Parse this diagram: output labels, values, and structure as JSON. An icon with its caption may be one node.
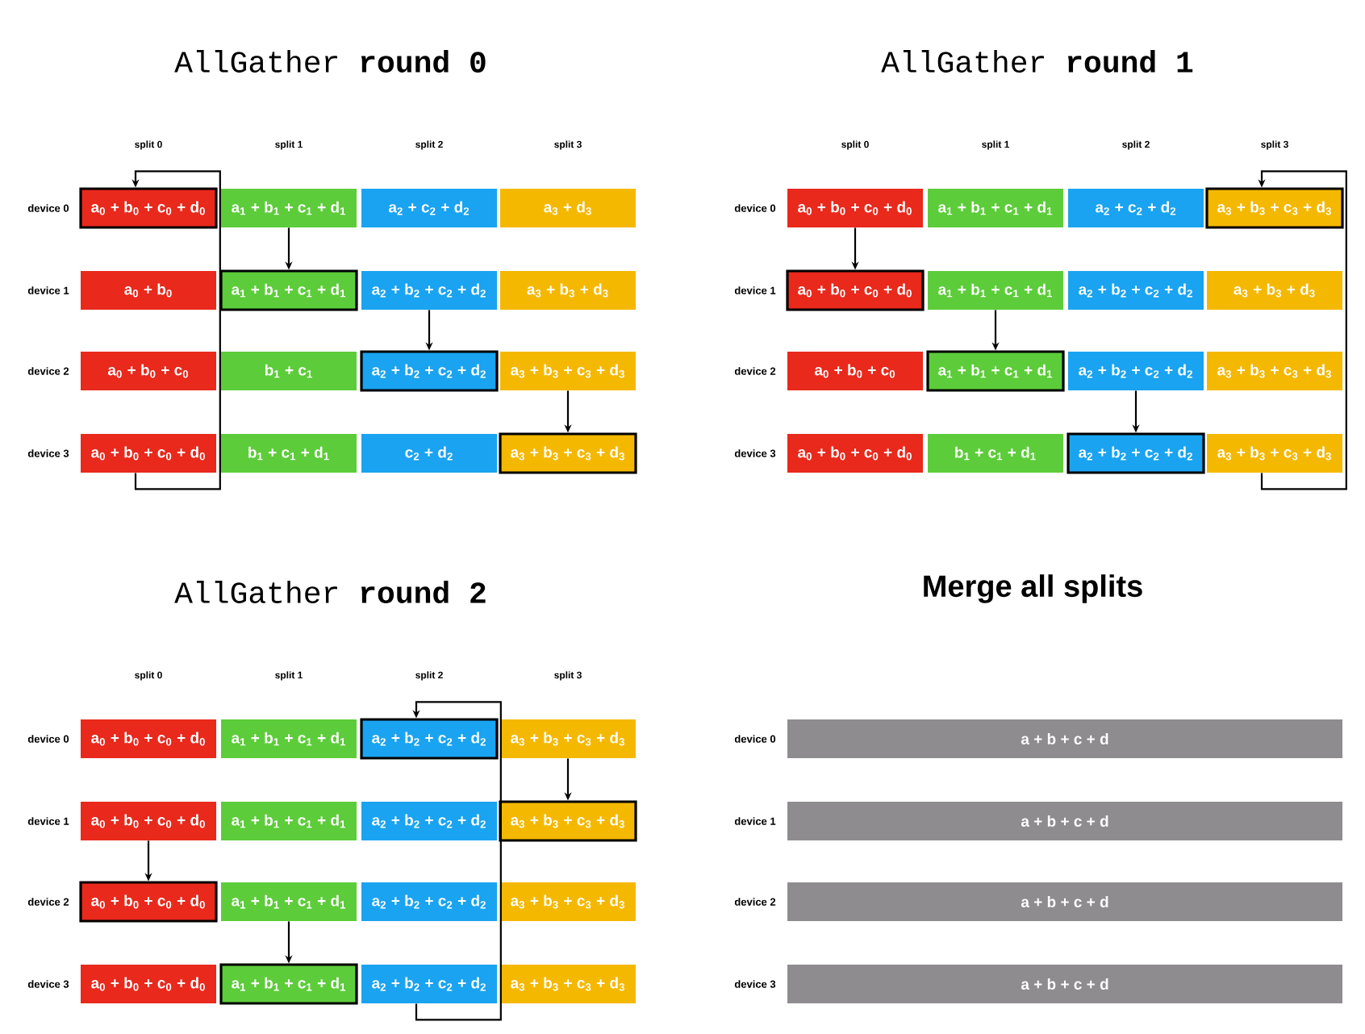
{
  "diagram": {
    "nodes": [
      {
        "text": [
          "a$_{0}$ + b$_{0}$ + c$_{0}$ + d$_{0}$"
        ]
      },
      {
        "text": [
          "a$_{1}$ + b$_{1}$ + c$_{1}$ + d$_{1}$"
        ]
      },
      {
        "text": [
          "a$_{2}$ + c$_{2}$ + d$_{2}$"
        ]
      },
      {
        "text": [
          "a$_{3}$ + d$_{3}$"
        ]
      },
      {
        "text": [
          "a$_{0}$ + b$_{0}$"
        ]
      },
      {
        "text": [
          "a$_{1}$ + b$_{1}$ + c$_{1}$ + d$_{1}$"
        ]
      },
      {
        "text": [
          "a$_{2}$ + b$_{2}$ + c$_{2}$ + d$_{2}$"
        ]
      },
      {
        "text": [
          "a$_{3}$ + b$_{3}$ + d$_{3}$"
        ]
      },
      {
        "text": [
          "a$_{0}$ + b$_{0}$ + c$_{0}$"
        ]
      },
      {
        "text": [
          "b$_{1}$ + c$_{1}$"
        ]
      },
      {
        "text": [
          "a$_{2}$ + b$_{2}$ + c$_{2}$ + d$_{2}$"
        ]
      },
      {
        "text": [
          "a$_{3}$ + b$_{3}$ + c$_{3}$ + d$_{3}$"
        ]
      },
      {
        "text": [
          "a$_{0}$ + b$_{0}$ + c$_{0}$ + d$_{0}$"
        ]
      },
      {
        "text": [
          "b$_{1}$ + c$_{1}$ + d$_{1}$"
        ]
      },
      {
        "text": [
          "c$_{2}$ + d$_{2}$"
        ]
      },
      {
        "text": [
          "a$_{3}$ + b$_{3}$ + c$_{3}$ + d$_{3}$"
        ]
      },
      {
        "text": [
          "a$_{0}$ + b$_{0}$ + c$_{0}$ + d$_{0}$"
        ]
      },
      {
        "text": [
          "a$_{1}$ + b$_{1}$ + c$_{1}$ + d$_{1}$"
        ]
      },
      {
        "text": [
          "a$_{2}$ + c$_{2}$ + d$_{2}$"
        ]
      },
      {
        "text": [
          "a$_{3}$ + b$_{3}$ + c$_{3}$ + d$_{3}$"
        ]
      },
      {
        "text": [
          "a$_{0}$ + b$_{0}$ + c$_{0}$ + d$_{0}$"
        ]
      },
      {
        "text": [
          "a$_{1}$ + b$_{1}$ + c$_{1}$ + d$_{1}$"
        ]
      },
      {
        "text": [
          "a$_{2}$ + b$_{2}$ + c$_{2}$ + d$_{2}$"
        ]
      },
      {
        "text": [
          "a$_{3}$ + b$_{3}$ + d$_{3}$"
        ]
      },
      {
        "text": [
          "a$_{0}$ + b$_{0}$ + c$_{0}$"
        ]
      },
      {
        "text": [
          "a$_{1}$ + b$_{1}$ + c$_{1}$ + d$_{1}$"
        ]
      },
      {
        "text": [
          "a$_{2}$ + b$_{2}$ + c$_{2}$ + d$_{2}$"
        ]
      },
      {
        "text": [
          "a$_{3}$ + b$_{3}$ + c$_{3}$ + d$_{3}$"
        ]
      },
      {
        "text": [
          "a$_{0}$ + b$_{0}$ + c$_{0}$ + d$_{0}$"
        ]
      },
      {
        "text": [
          "b$_{1}$ + c$_{1}$ + d$_{1}$"
        ]
      },
      {
        "text": [
          "a$_{2}$ + b$_{2}$ + c$_{2}$ + d$_{2}$"
        ]
      },
      {
        "text": [
          "a$_{3}$ + b$_{3}$ + c$_{3}$ + d$_{3}$"
        ]
      },
      {
        "text": [
          "a$_{0}$ + b$_{0}$ + c$_{0}$ + d$_{0}$"
        ]
      },
      {
        "text": [
          "a$_{1}$ + b$_{1}$ + c$_{1}$ + d$_{1}$"
        ]
      },
      {
        "text": [
          "a$_{2}$ + b$_{2}$ + c$_{2}$ + d$_{2}$"
        ]
      },
      {
        "text": [
          "a$_{3}$ + b$_{3}$ + c$_{3}$ + d$_{3}$"
        ]
      },
      {
        "text": [
          "a$_{0}$ + b$_{0}$ + c$_{0}$ + d$_{0}$"
        ]
      },
      {
        "text": [
          "a$_{1}$ + b$_{1}$ + c$_{1}$ + d$_{1}$"
        ]
      },
      {
        "text": [
          "a$_{2}$ + b$_{2}$ + c$_{2}$ + d$_{2}$"
        ]
      },
      {
        "text": [
          "a$_{3}$ + b$_{3}$ + c$_{3}$ + d$_{3}$"
        ]
      },
      {
        "text": [
          "a$_{0}$ + b$_{0}$ + c$_{0}$ + d$_{0}$"
        ]
      },
      {
        "text": [
          "a$_{1}$ + b$_{1}$ + c$_{1}$ + d$_{1}$"
        ]
      },
      {
        "text": [
          "a$_{2}$ + b$_{2}$ + c$_{2}$ + d$_{2}$"
        ]
      },
      {
        "text": [
          "a$_{3}$ + b$_{3}$ + c$_{3}$ + d$_{3}$"
        ]
      },
      {
        "text": [
          "a$_{0}$ + b$_{0}$ + c$_{0}$ + d$_{0}$"
        ]
      },
      {
        "text": [
          "a$_{1}$ + b$_{1}$ + c$_{1}$ + d$_{1}$"
        ]
      },
      {
        "text": [
          "a$_{2}$ + b$_{2}$ + c$_{2}$ + d$_{2}$"
        ]
      },
      {
        "text": [
          "a$_{3}$ + b$_{3}$ + c$_{3}$ + d$_{3}$"
        ]
      },
      {
        "text": [
          "a + b + c + d"
        ]
      },
      {
        "text": [
          "a + b + c + d"
        ]
      },
      {
        "text": [
          "a + b + c + d"
        ]
      },
      {
        "text": [
          "a + b + c + d"
        ]
      }
    ],
    "edges": [
      {
        "from": 12,
        "to": 0,
        "arrow": "to"
      },
      {
        "from": 1,
        "to": 5,
        "arrow": "to"
      },
      {
        "from": 6,
        "to": 10,
        "arrow": "to"
      },
      {
        "from": 11,
        "to": 15,
        "arrow": "to"
      },
      {
        "from": 16,
        "to": 20,
        "arrow": "to"
      },
      {
        "from": 21,
        "to": 25,
        "arrow": "to"
      },
      {
        "from": 26,
        "to": 30,
        "arrow": "to"
      },
      {
        "from": 31,
        "to": 19,
        "arrow": "to"
      },
      {
        "from": 35,
        "to": 39,
        "arrow": "to"
      },
      {
        "from": 36,
        "to": 40,
        "arrow": "to"
      },
      {
        "from": 41,
        "to": 45,
        "arrow": "to"
      },
      {
        "from": 46,
        "to": 34,
        "arrow": "to"
      }
    ],
    "labels": [
      "AllGather **round 0**",
      "split 0",
      "split 1",
      "split 2",
      "split 3",
      "device 0",
      "device 1",
      "device 2",
      "device 3",
      "AllGather **round 1**",
      "split 0",
      "split 1",
      "split 2",
      "split 3",
      "device 0",
      "device 1",
      "device 2",
      "device 3",
      "AllGather **round 2**",
      "split 0",
      "split 1",
      "split 2",
      "split 3",
      "device 0",
      "device 1",
      "device 2",
      "device 3",
      "Merge all splits",
      "device 0",
      "device 1",
      "device 2",
      "device 3"
    ]
  }
}
